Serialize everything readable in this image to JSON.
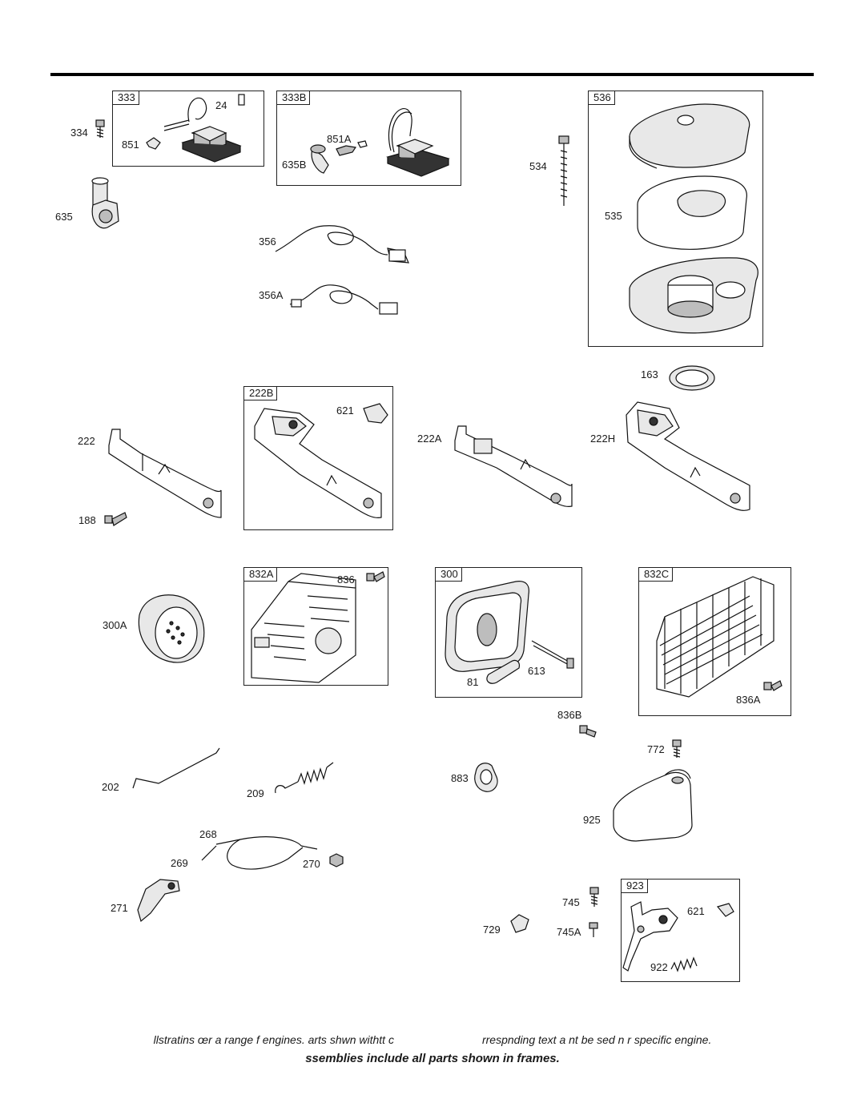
{
  "frames": {
    "f333": "333",
    "f333b": "333B",
    "f536": "536",
    "f222b": "222B",
    "f832a": "832A",
    "f300": "300",
    "f832c": "832C",
    "f923": "923"
  },
  "callouts": {
    "c24": "24",
    "c334": "334",
    "c851": "851",
    "c851a": "851A",
    "c635b": "635B",
    "c534": "534",
    "c635": "635",
    "c535": "535",
    "c356": "356",
    "c356a": "356A",
    "c163": "163",
    "c621a": "621",
    "c222": "222",
    "c222a": "222A",
    "c222h": "222H",
    "c188": "188",
    "c836": "836",
    "c300a": "300A",
    "c613": "613",
    "c81": "81",
    "c836a": "836A",
    "c836b": "836B",
    "c772": "772",
    "c202": "202",
    "c209": "209",
    "c883": "883",
    "c925": "925",
    "c268": "268",
    "c269": "269",
    "c270": "270",
    "c745": "745",
    "c271": "271",
    "c621b": "621",
    "c729": "729",
    "c745a": "745A",
    "c922": "922"
  },
  "footer": {
    "note_left": "llstratins œr a range f engines. arts shwn withtt c",
    "note_right": "rrespnding text a nt be sed n r specific engine.",
    "assemblies": "ssemblies include all parts shown in frames."
  }
}
